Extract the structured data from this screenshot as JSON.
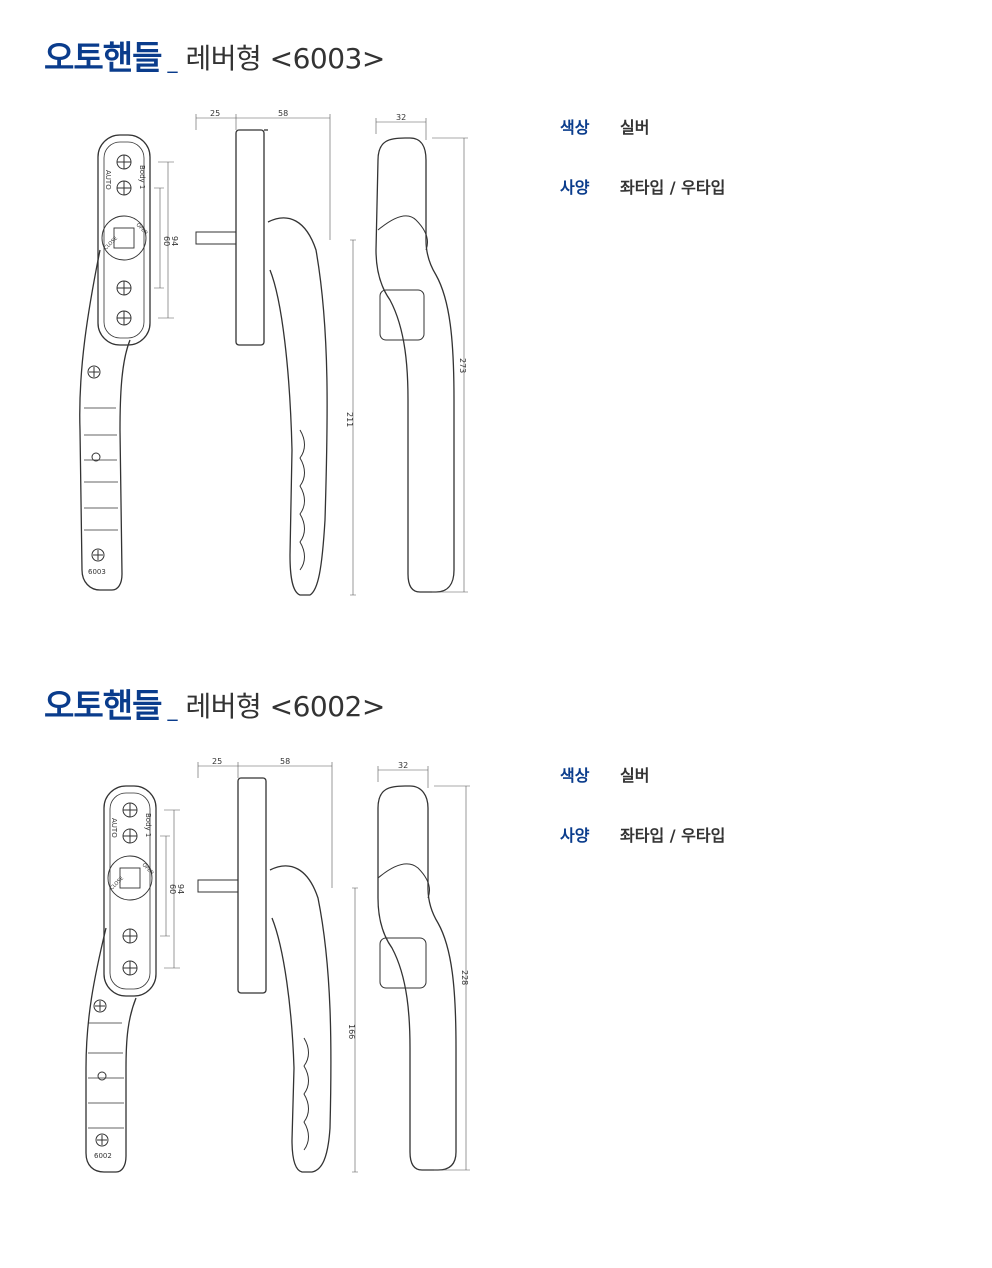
{
  "products": [
    {
      "brand": "오토핸들",
      "separator": "_",
      "model": "레버형 <6003>",
      "dims": {
        "d25": "25",
        "d58": "58",
        "d32": "32",
        "d94": "94",
        "d60": "60",
        "d211": "211",
        "d273": "273"
      },
      "plate_labels": {
        "auto": "AUTO",
        "body": "Body 1",
        "open": "OPEN",
        "close": "CLOSE",
        "code": "6003"
      },
      "specs": [
        {
          "label": "색상",
          "value": "실버"
        },
        {
          "label": "사양",
          "value": "좌타입 / 우타입"
        }
      ]
    },
    {
      "brand": "오토핸들",
      "separator": "_",
      "model": "레버형 <6002>",
      "dims": {
        "d25": "25",
        "d58": "58",
        "d32": "32",
        "d94": "94",
        "d60": "60",
        "d211": "166",
        "d273": "228"
      },
      "plate_labels": {
        "auto": "AUTO",
        "body": "Body 1",
        "open": "OPEN",
        "close": "CLOSE",
        "code": "6002"
      },
      "specs": [
        {
          "label": "색상",
          "value": "실버"
        },
        {
          "label": "사양",
          "value": "좌타입 / 우타입"
        }
      ]
    }
  ]
}
